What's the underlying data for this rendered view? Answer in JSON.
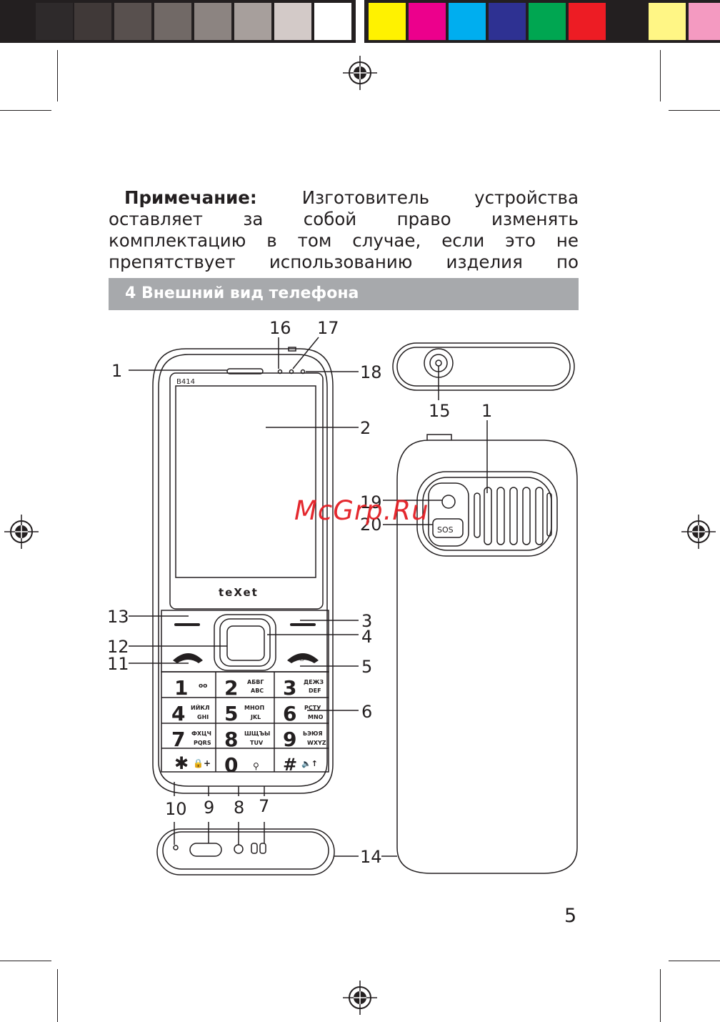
{
  "note": {
    "label": "Примечание:",
    "text": "Изготовитель устройства оставляет за собой право изменять комплектацию в том случае, если это не препятствует использованию изделия по основному назначению."
  },
  "section": {
    "title": "4 Внешний вид телефона"
  },
  "phone": {
    "model": "B414",
    "brand": "teXet",
    "sos_label": "SOS",
    "keys": [
      {
        "digit": "1",
        "cyr": "",
        "lat": "",
        "sym": "oo"
      },
      {
        "digit": "2",
        "cyr": "АБВГ",
        "lat": "ABC",
        "sym": ""
      },
      {
        "digit": "3",
        "cyr": "ДЕЖЗ",
        "lat": "DEF",
        "sym": ""
      },
      {
        "digit": "4",
        "cyr": "ИЙКЛ",
        "lat": "GHI",
        "sym": ""
      },
      {
        "digit": "5",
        "cyr": "МНОП",
        "lat": "JKL",
        "sym": ""
      },
      {
        "digit": "6",
        "cyr": "РСТУ",
        "lat": "MNO",
        "sym": ""
      },
      {
        "digit": "7",
        "cyr": "ФХЦЧ",
        "lat": "PQRS",
        "sym": ""
      },
      {
        "digit": "8",
        "cyr": "ШЩЪЫ",
        "lat": "TUV",
        "sym": ""
      },
      {
        "digit": "9",
        "cyr": "ЬЭЮЯ",
        "lat": "WXYZ",
        "sym": ""
      },
      {
        "digit": "✱",
        "cyr": "",
        "lat": "",
        "sym": "🔒+"
      },
      {
        "digit": "0",
        "cyr": "",
        "lat": "",
        "sym": "⚲"
      },
      {
        "digit": "#",
        "cyr": "",
        "lat": "",
        "sym": "🔈↑"
      }
    ]
  },
  "callouts": {
    "c1": "1",
    "c2": "2",
    "c3": "3",
    "c4": "4",
    "c5": "5",
    "c6": "6",
    "c7": "7",
    "c8": "8",
    "c9": "9",
    "c10": "10",
    "c11": "11",
    "c12": "12",
    "c13": "13",
    "c14": "14",
    "c15": "15",
    "c1b": "1",
    "c16": "16",
    "c17": "17",
    "c18": "18",
    "c19": "19",
    "c20": "20"
  },
  "watermark": "McGrp.Ru",
  "page_number": "5",
  "colors": {
    "gray_steps": [
      "#231f20",
      "#2e2a2b",
      "#403938",
      "#58504e",
      "#716966",
      "#8c8481",
      "#a79f9c",
      "#d3cac8",
      "#ffffff"
    ],
    "process": [
      "#fff200",
      "#ec008c",
      "#00aeef",
      "#2e3192",
      "#00a651",
      "#ed1c24",
      "#231f20",
      "#fff685",
      "#f49ac1"
    ],
    "section_bar": "#a7a9ac",
    "watermark": "#e31e24"
  }
}
